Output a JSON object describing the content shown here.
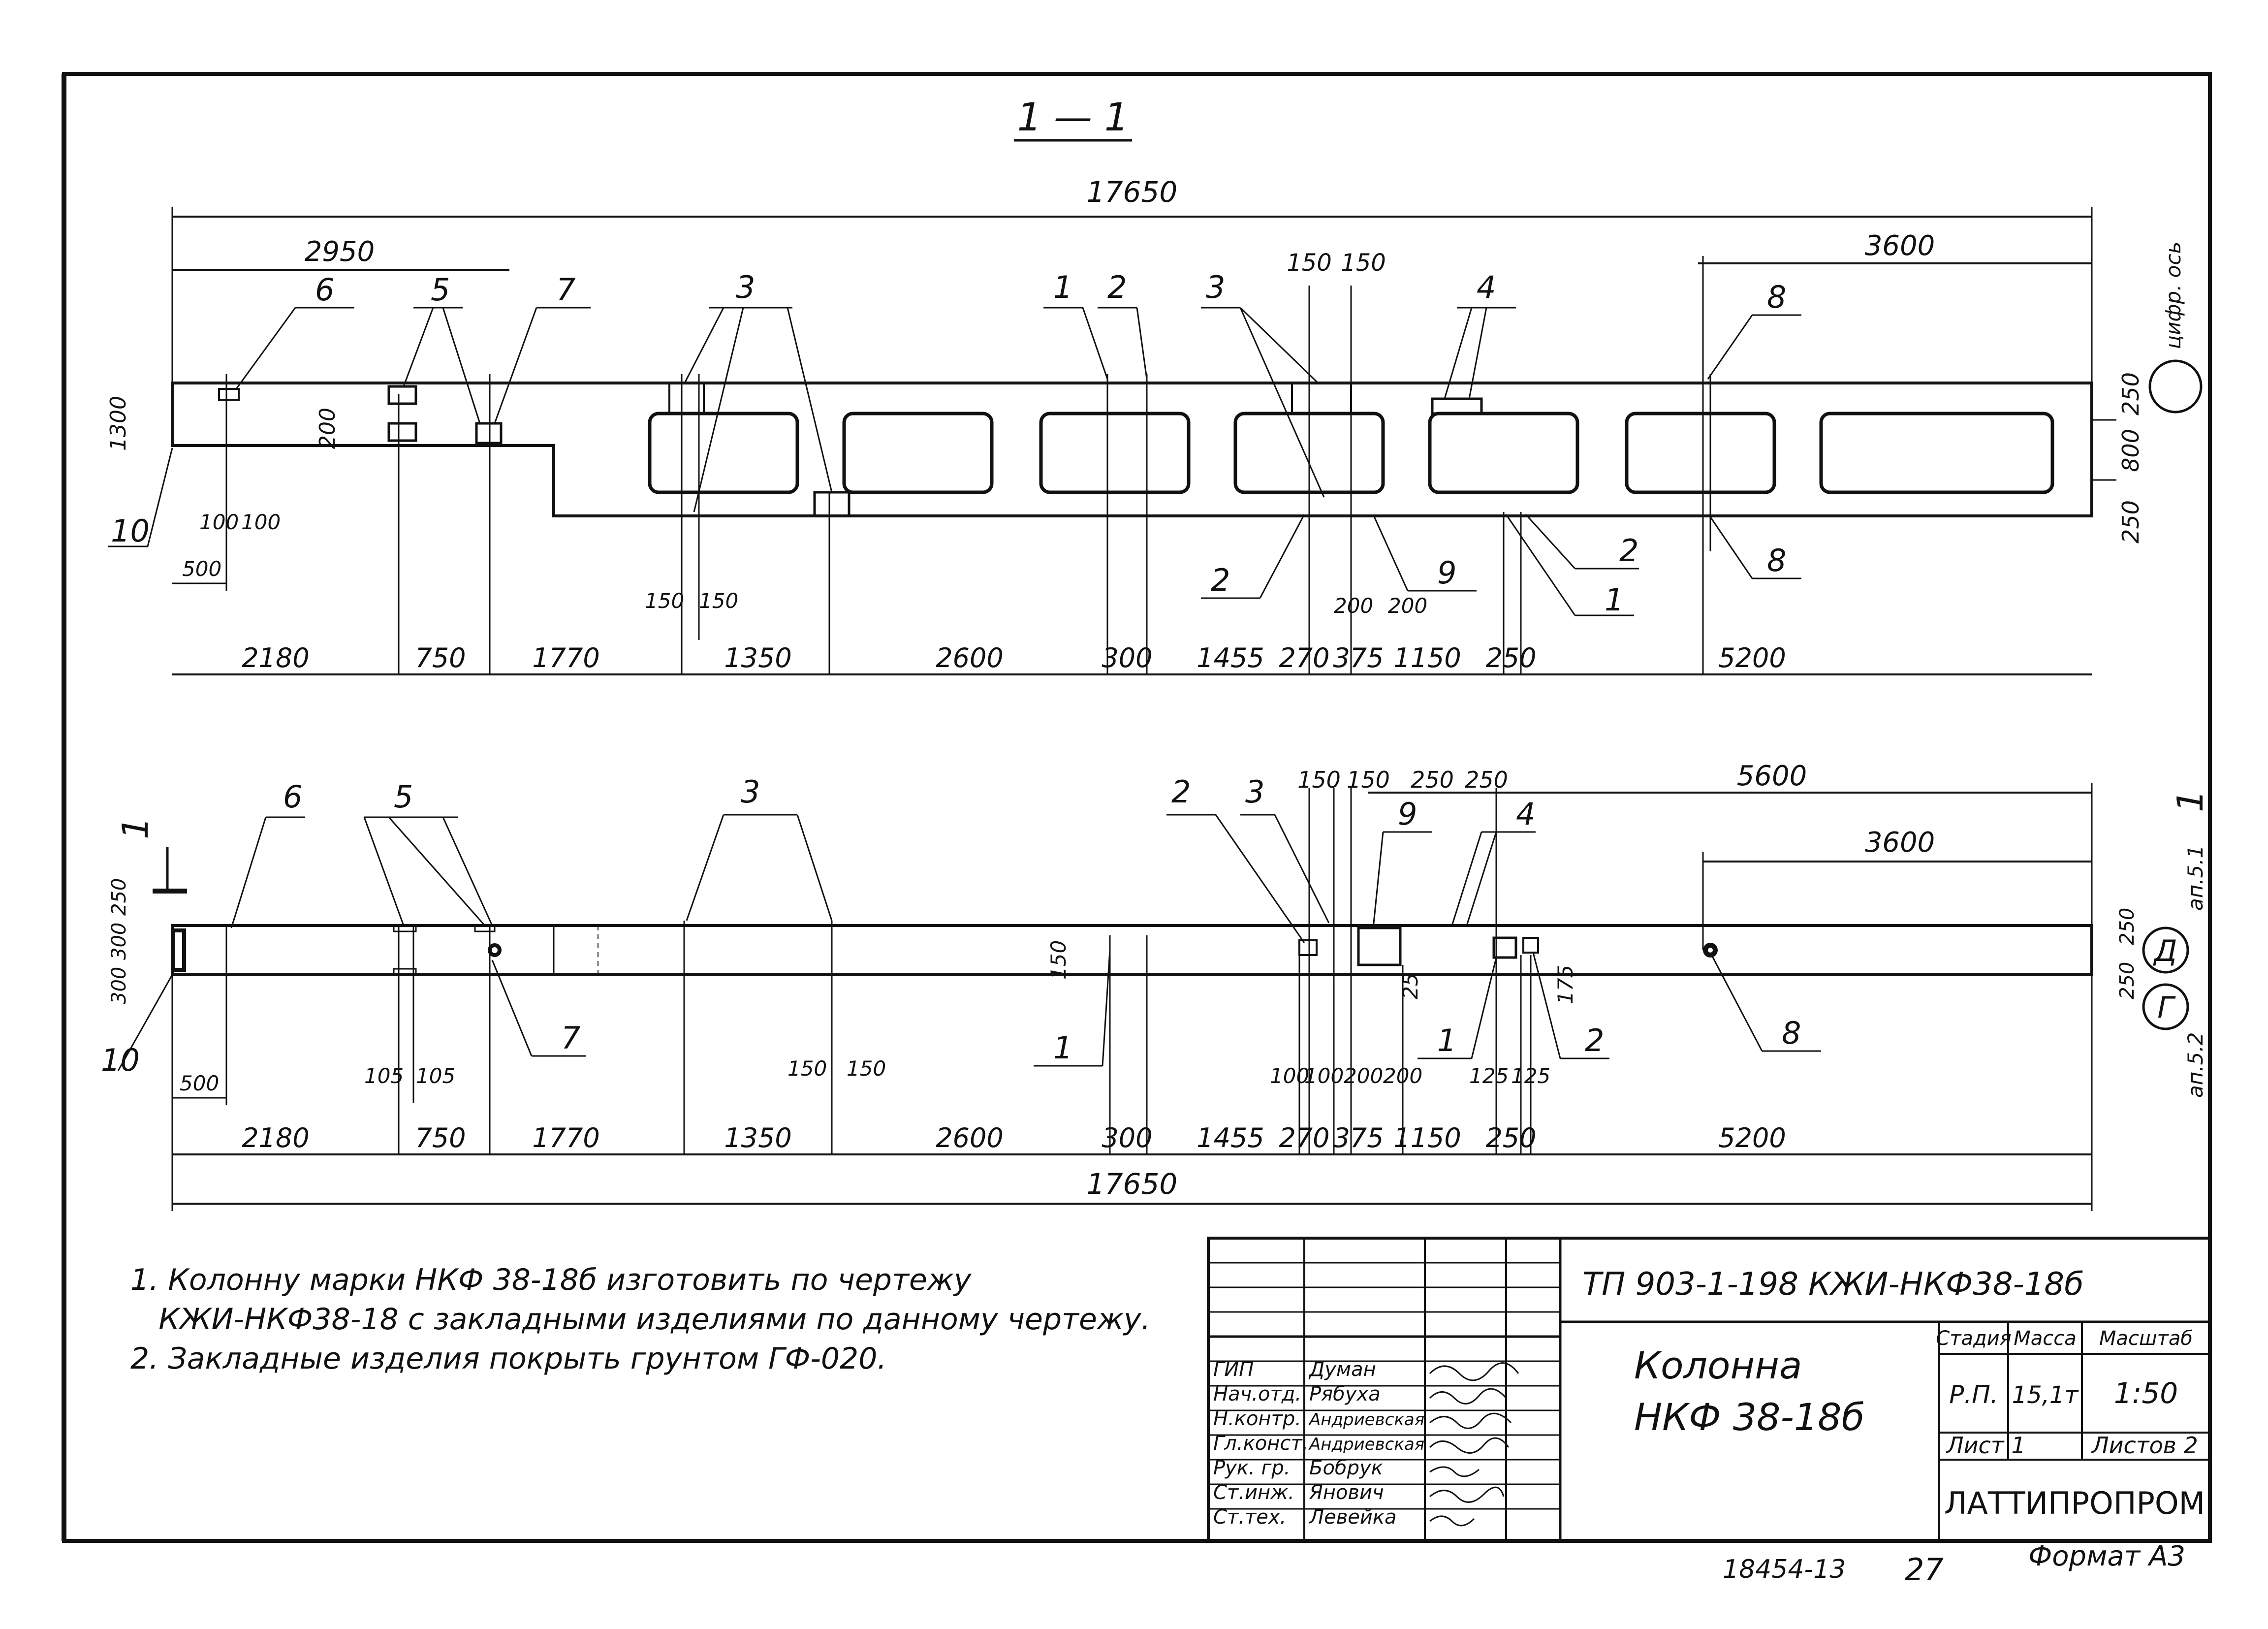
{
  "section_title": "1 — 1",
  "top_view": {
    "overall_dim": "17650",
    "left_dim": "2950",
    "right_dim": "3600",
    "dims_150_150": [
      "150",
      "150"
    ],
    "left_height": "1300",
    "small_dim_200": "200",
    "dims_100_100": [
      "100",
      "100"
    ],
    "dim_500": "500",
    "dims_150_150_bottom": [
      "150",
      "150"
    ],
    "dims_200_200": [
      "200",
      "200"
    ],
    "right_heights": [
      "250",
      "800",
      "250"
    ],
    "bottom_chain": [
      "2180",
      "750",
      "1770",
      "1350",
      "2600",
      "300",
      "1455",
      "270",
      "375",
      "1150",
      "250",
      "5200"
    ],
    "labels_top": [
      "6",
      "5",
      "7",
      "3",
      "1",
      "2",
      "3",
      "4",
      "8"
    ],
    "labels_bottom": [
      "10",
      "2",
      "9",
      "2",
      "1",
      "8"
    ],
    "axis_label": "цифр. ось"
  },
  "bottom_view": {
    "overall_dim": "17650",
    "right_dim_1": "5600",
    "right_dim_2": "3600",
    "top_small_dims": [
      "150",
      "150",
      "250",
      "250"
    ],
    "labels_top": [
      "6",
      "5",
      "3",
      "2",
      "3",
      "9",
      "4"
    ],
    "labels_bottom": [
      "7",
      "1",
      "1",
      "2",
      "8"
    ],
    "section_mark": "1",
    "left_heights": [
      "250",
      "300",
      "300"
    ],
    "dim_500": "500",
    "dims_105_105": [
      "105",
      "105"
    ],
    "dims_150_150": [
      "150",
      "150"
    ],
    "dims_100_100": [
      "100",
      "100"
    ],
    "dims_200_200": [
      "200",
      "200"
    ],
    "dims_125_125": [
      "125",
      "125"
    ],
    "dim_150_vertical": "150",
    "dim_25": "25",
    "dim_175": "175",
    "left_label_10": "10",
    "right_heights": [
      "250",
      "250"
    ],
    "axis_G": "Г",
    "axis_D": "Д",
    "ref_top": "ап.5.1",
    "ref_bottom": "ап.5.2",
    "bottom_chain": [
      "2180",
      "750",
      "1770",
      "1350",
      "2600",
      "300",
      "1455",
      "270",
      "375",
      "1150",
      "250",
      "5200"
    ]
  },
  "notes": [
    "1. Колонну марки НКФ 38-18б изготовить по чертежу",
    "   КЖИ-НКФ38-18 с закладными изделиями по данному чертежу.",
    "2. Закладные изделия покрыть грунтом ГФ-020."
  ],
  "title_block": {
    "doc_code": "ТП 903-1-198  КЖИ-НКФ38-18б",
    "name_line1": "Колонна",
    "name_line2": "НКФ 38-18б",
    "headers": [
      "Стадия",
      "Масса",
      "Масштаб"
    ],
    "values": [
      "Р.П.",
      "15,1т",
      "1:50"
    ],
    "sheet": "Лист 1",
    "sheets": "Листов 2",
    "org": "ЛАТТИПРОПРОМ",
    "roles": [
      {
        "role": "ГИП",
        "name": "Думан"
      },
      {
        "role": "Нач.отд.",
        "name": "Рябуха"
      },
      {
        "role": "Н.контр.",
        "name": "Андриевская"
      },
      {
        "role": "Гл.конст.",
        "name": "Андриевская"
      },
      {
        "role": "Рук. гр.",
        "name": "Бобрук"
      },
      {
        "role": "Ст.инж.",
        "name": "Янович"
      },
      {
        "role": "Ст.тех.",
        "name": "Левейка"
      }
    ]
  },
  "footer": {
    "inventory": "18454-13",
    "page_num": "27",
    "format": "Формат А3"
  }
}
